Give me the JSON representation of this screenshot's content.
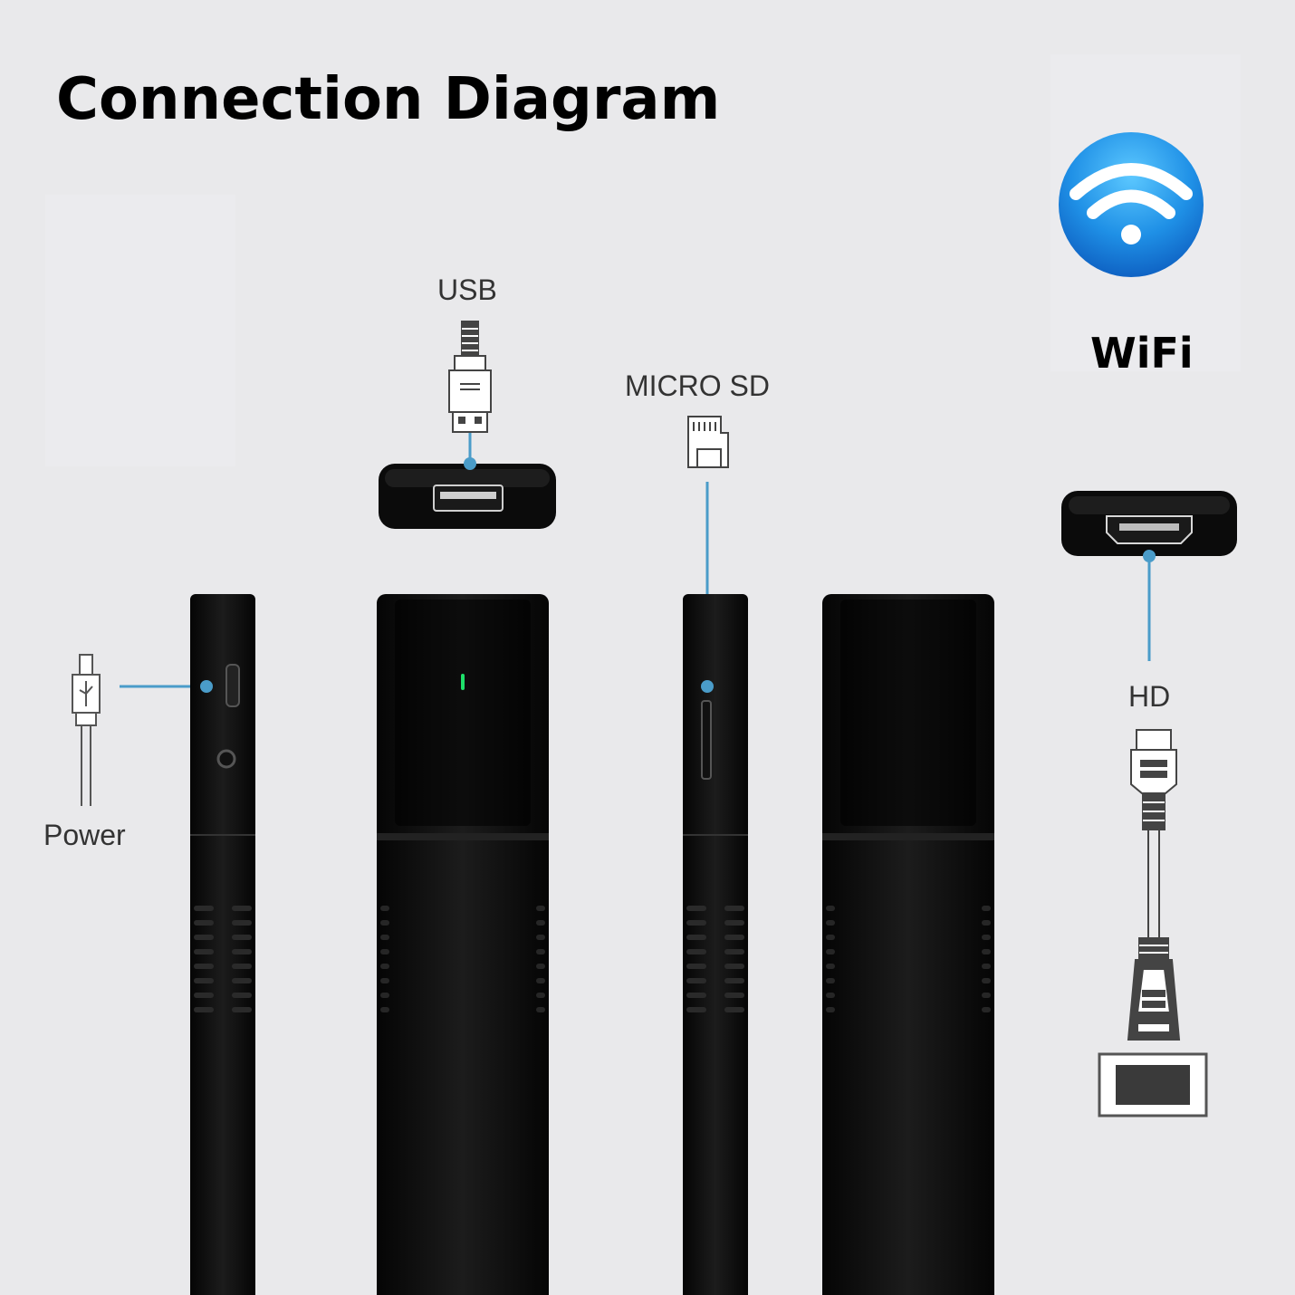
{
  "title": "Connection Diagram",
  "labels": {
    "usb": "USB",
    "micro_sd": "MICRO SD",
    "power": "Power",
    "hd": "HD",
    "wifi": "WiFi"
  },
  "colors": {
    "background": "#e9e9eb",
    "device_body": "#0b0b0b",
    "connector_line": "#4a9cc9",
    "wifi_badge": "#1e8fe0",
    "indicator_led": "#1ee06a"
  },
  "icons": [
    "usb-plug-icon",
    "micro-sd-card-icon",
    "micro-usb-plug-icon",
    "hdmi-plug-icon",
    "monitor-icon",
    "wifi-icon"
  ]
}
